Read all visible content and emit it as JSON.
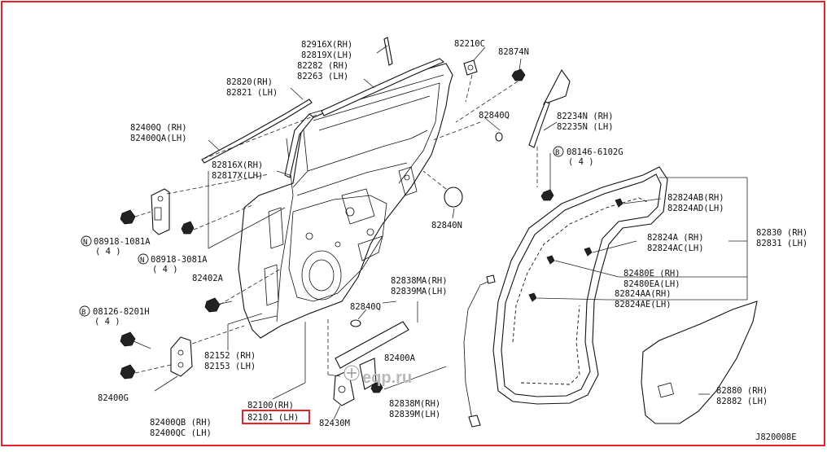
{
  "diagram_id": "J820008E",
  "watermark": "eqp.ru",
  "highlight_color": "#e8202a",
  "labels": {
    "l82916x": "82916X(RH)",
    "l82919x": "82819X(LH)",
    "l82282": "82282 (RH)",
    "l82283": "82263 (LH)",
    "l82820": "82820(RH)",
    "l82821": "82821 (LH)",
    "l82400q": "82400Q (RH)",
    "l82400qa": "82400QA(LH)",
    "l82816x": "82816X(RH)",
    "l82817x": "82817X(LH)",
    "l08918_1081a": "08918-1081A",
    "l08918_1081a_qty": "( 4 )",
    "l08918_3081a": "08918-3081A",
    "l08918_3081a_qty": "( 4 )",
    "l82402a": "82402A",
    "l08126": "08126-8201H",
    "l08126_qty": "( 4 )",
    "l82400g": "82400G",
    "l82152": "82152 (RH)",
    "l82153": "82153 (LH)",
    "l82400qb": "82400QB (RH)",
    "l82400qc": "82400QC (LH)",
    "l82100": "82100(RH)",
    "l82101": "82101 (LH)",
    "l82430m": "82430M",
    "l82210c": "82210C",
    "l82874n": "82874N",
    "l82840q_top": "82840Q",
    "l82840n": "82840N",
    "l82838ma": "82838MA(RH)",
    "l82839ma": "82839MA(LH)",
    "l82840q_mid": "82840Q",
    "l82400a": "82400A",
    "l82838m": "82838M(RH)",
    "l82839m": "82839M(LH)",
    "l82234n": "82234N (RH)",
    "l82235n": "82235N (LH)",
    "l08146": "08146-6102G",
    "l08146_qty": "( 4 )",
    "l82824ab": "82824AB(RH)",
    "l82824ad": "82824AD(LH)",
    "l82830": "82830 (RH)",
    "l82831": "82831 (LH)",
    "l82824a": "82824A (RH)",
    "l82824ac": "82824AC(LH)",
    "l82480e": "82480E (RH)",
    "l82480ea": "82480EA(LH)",
    "l82824aa": "82824AA(RH)",
    "l82824ae": "82824AE(LH)",
    "l82880": "82880 (RH)",
    "l82882": "82882 (LH)"
  },
  "markers": {
    "n": "N",
    "b": "B"
  }
}
